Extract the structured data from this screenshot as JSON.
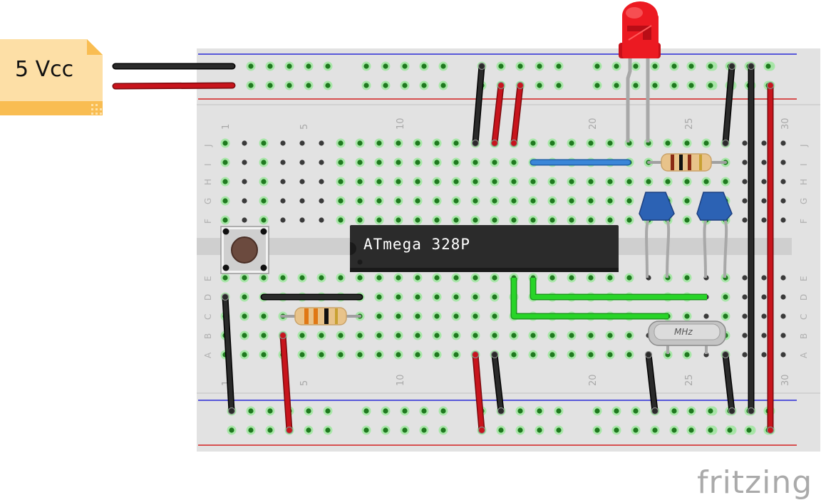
{
  "power_source": {
    "label": "5 Vcc"
  },
  "chip": {
    "label": "ATmega 328P"
  },
  "crystal": {
    "label": "MHz"
  },
  "brand": {
    "label": "fritzing"
  },
  "breadboard": {
    "column_numbers": [
      "1",
      "5",
      "10",
      "20",
      "25",
      "30"
    ],
    "upper_rows": [
      "J",
      "I",
      "H",
      "G",
      "F"
    ],
    "lower_rows": [
      "E",
      "D",
      "C",
      "B",
      "A"
    ]
  },
  "colors": {
    "board": "#e1e1e1",
    "rail_blue": "#2b2bd6",
    "rail_red": "#d32020",
    "wire_black": "#222222",
    "wire_red": "#c8141c",
    "wire_green": "#1ec81e",
    "wire_blue": "#3a86d8",
    "chip": "#2b2b2b",
    "led": "#e8141c",
    "capacitor": "#2c62b4",
    "resistor_body": "#e8c38a",
    "button_cap": "#6b4a3e",
    "hole_connected": "#2c9a2c"
  }
}
